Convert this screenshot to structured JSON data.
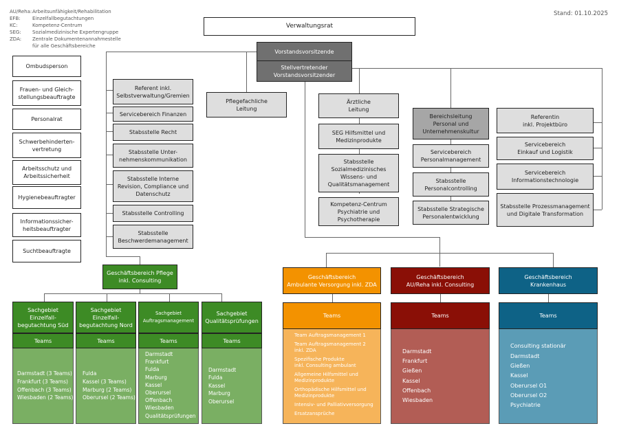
{
  "legend": [
    {
      "key": "AU/Reha:",
      "value": "Arbeitsunfähigkeit/Rehabilitation"
    },
    {
      "key": "EFB:",
      "value": "Einzelfallbegutachtungen"
    },
    {
      "key": "KC:",
      "value": "Kompetenz-Centrum"
    },
    {
      "key": "SEG:",
      "value": "Sozialmedizinische Expertengruppe"
    },
    {
      "key": "ZDA:",
      "value": "Zentrale Dokumentenannahmestelle"
    },
    {
      "key": "",
      "value": "für alle Geschäftsbereiche"
    }
  ],
  "stand": "Stand: 01.10.2025",
  "top": {
    "verwaltungsrat": "Verwaltungsrat",
    "vorstand": "Vorstandsvorsitzende",
    "stellvertreter": "Stellvertretender\nVorstandsvorsitzender"
  },
  "left_column": [
    "Ombudsperson",
    "Frauen- und Gleich-\nstellungsbeauftragte",
    "Personalrat",
    "Schwerbehinderten-\nvertretung",
    "Arbeitsschutz und\nArbeitssicherheit",
    "Hygienebeauftragter",
    "Informationssicher-\nheitsbeauftragter",
    "Suchtbeauftragte"
  ],
  "staff_column": [
    "Referent inkl.\nSelbstverwaltung/Gremien",
    "Servicebereich Finanzen",
    "Stabsstelle Recht",
    "Stabsstelle Unter-\nnehmenskommunikation",
    "Stabsstelle Interne\nRevision, Compliance und\nDatenschutz",
    "Stabsstelle Controlling",
    "Stabsstelle\nBeschwerdemanagement"
  ],
  "pflegefachliche_leitung": "Pflegefachliche\nLeitung",
  "aerztliche": {
    "head": "Ärztliche\nLeitung",
    "items": [
      "SEG Hilfsmittel und\nMedizinprodukte",
      "Stabsstelle\nSozialmedizinisches\nWissens- und\nQualitätsmanagement",
      "Kompetenz-Centrum\nPsychiatrie und\nPsychotherapie"
    ]
  },
  "personal": {
    "head": "Bereichsleitung\nPersonal und\nUnternehmenskultur",
    "items": [
      "Servicebereich\nPersonalmanagement",
      "Stabsstelle\nPersonalcontrolling",
      "Stabsstelle Strategische\nPersonalentwicklung"
    ]
  },
  "right_column": [
    "Referentin\ninkl. Projektbüro",
    "Servicebereich\nEinkauf und Logistik",
    "Servicebereich\nInformationstechnologie",
    "Stabsstelle Prozessmanagement\nund Digitale Transformation"
  ],
  "pflege": {
    "head": "Geschäftsbereich Pflege\ninkl. Consulting",
    "teams_label": "Teams",
    "sachgebiete": [
      {
        "title": "Sachgebiet\nEinzelfall-\nbegutachtung Süd",
        "items": [
          "Darmstadt (3 Teams)",
          "Frankfurt (3 Teams)",
          "Offenbach (3 Teams)",
          "Wiesbaden (2 Teams)"
        ]
      },
      {
        "title": "Sachgebiet\nEinzelfall-\nbegutachtung Nord",
        "items": [
          "Fulda",
          "Kassel  (3 Teams)",
          "Marburg (2 Teams)",
          "Oberursel (2 Teams)"
        ]
      },
      {
        "title": "Sachgebiet\nAuftragsmanagement",
        "items": [
          "Darmstadt",
          "Frankfurt",
          "Fulda",
          "Marburg",
          "Kassel",
          "Oberursel",
          "Offenbach",
          "Wiesbaden",
          "Qualitätsprüfungen"
        ]
      },
      {
        "title": "Sachgebiet\nQualitätsprüfungen",
        "items": [
          "Darmstadt",
          "Fulda",
          "Kassel",
          "Marburg",
          "Oberursel"
        ]
      }
    ]
  },
  "ambulant": {
    "head": "Geschäftsbereich\nAmbulante Versorgung inkl. ZDA",
    "teams_label": "Teams",
    "items": [
      "Team Auftragsmanagement 1",
      "Team Auftragsmanagement 2\ninkl. ZDA",
      "Spezifische Produkte\ninkl. Consulting ambulant",
      "Allgemeine Hilfsmittel und\nMedizinprodukte",
      "Orthopädische Hilfsmittel und\nMedizinprodukte",
      "Intensiv- und Palliativversorgung",
      "Ersatzansprüche"
    ]
  },
  "aureha": {
    "head": "Geschäftsbereich\nAU/Reha inkl. Consulting",
    "teams_label": "Teams",
    "items": [
      "Darmstadt",
      "Frankfurt",
      "Gießen",
      "Kassel",
      "Offenbach",
      "Wiesbaden"
    ]
  },
  "krankenhaus": {
    "head": "Geschäftsbereich\nKrankenhaus",
    "teams_label": "Teams",
    "items": [
      "Consulting stationär",
      "Darmstadt",
      "Gießen",
      "Kassel",
      "Oberursel O1",
      "Oberursel O2",
      "Psychiatrie"
    ]
  },
  "colors": {
    "pflege": "#3d8b25",
    "ambulant": "#f39200",
    "aureha": "#8a0f06",
    "krankenhaus": "#0e6286",
    "vorstand": "#707070"
  }
}
